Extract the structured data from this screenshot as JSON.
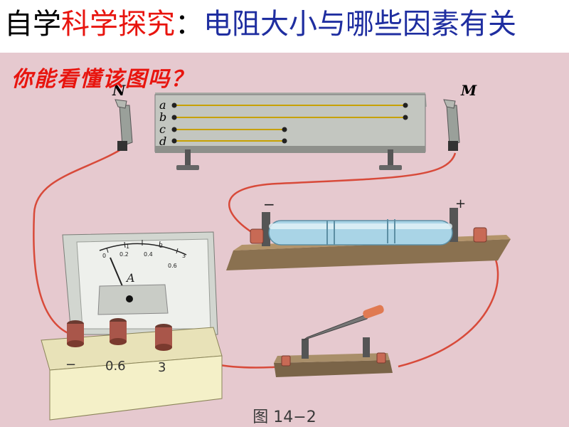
{
  "title": {
    "part1": "自学",
    "part2": "科学探究",
    "part3": "：",
    "part4": "电阻大小与哪些因素有关"
  },
  "question": "你能看懂该图吗？",
  "labels": {
    "n": "N",
    "m": "M",
    "wire_a": "a",
    "wire_b": "b",
    "wire_c": "c",
    "wire_d": "d",
    "minus": "−",
    "plus": "+",
    "meter_unit": "A",
    "terminal_minus": "−",
    "terminal_06": "0.6",
    "terminal_3": "3",
    "scale_0": "0",
    "scale_02": "0.2",
    "scale_04": "0.4",
    "scale_06": "0.6",
    "scale_1": "1",
    "scale_2": "2",
    "scale_3": "3"
  },
  "caption": "图  14−2",
  "colors": {
    "title_red": "#e8150f",
    "title_blue": "#1f2ea0",
    "background": "#e6c9cf",
    "wire": "#d84a3a"
  }
}
